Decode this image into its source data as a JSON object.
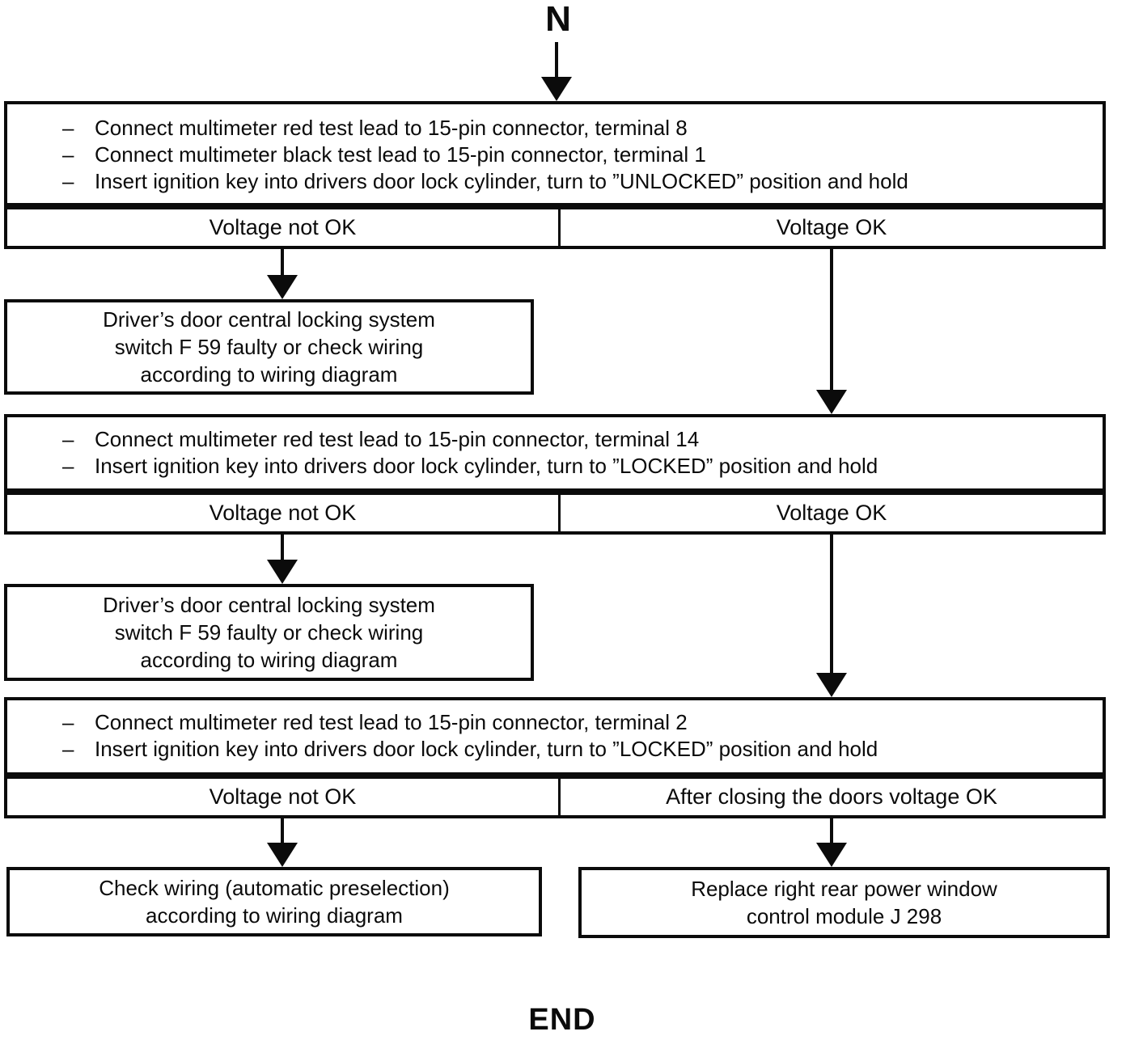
{
  "flow": {
    "start_label": "N",
    "end_label": "END",
    "bullet": "–",
    "step1": {
      "instructions": [
        "Connect multimeter red test lead to 15-pin connector, terminal 8",
        "Connect multimeter black test lead to 15-pin connector, terminal 1",
        "Insert ignition key into drivers door lock cylinder, turn to ”UNLOCKED” position and hold"
      ],
      "left_label": "Voltage not OK",
      "right_label": "Voltage OK"
    },
    "fault1": {
      "lines": [
        "Driver’s door central locking system",
        "switch F 59 faulty or check wiring",
        "according to wiring diagram"
      ]
    },
    "step2": {
      "instructions": [
        "Connect multimeter red test lead to 15-pin connector, terminal 14",
        "Insert ignition key into drivers door lock cylinder, turn to ”LOCKED” position and hold"
      ],
      "left_label": "Voltage not OK",
      "right_label": "Voltage OK"
    },
    "fault2": {
      "lines": [
        "Driver’s door central locking system",
        "switch F 59 faulty or check wiring",
        "according to wiring diagram"
      ]
    },
    "step3": {
      "instructions": [
        "Connect multimeter red test lead to 15-pin connector, terminal 2",
        "Insert ignition key into drivers door lock cylinder, turn to ”LOCKED” position and hold"
      ],
      "left_label": "Voltage not OK",
      "right_label": "After closing the doors voltage OK"
    },
    "fault3": {
      "lines": [
        "Check wiring (automatic preselection)",
        "according to wiring diagram"
      ]
    },
    "action3": {
      "lines": [
        "Replace right rear power window",
        "control module J 298"
      ]
    }
  }
}
